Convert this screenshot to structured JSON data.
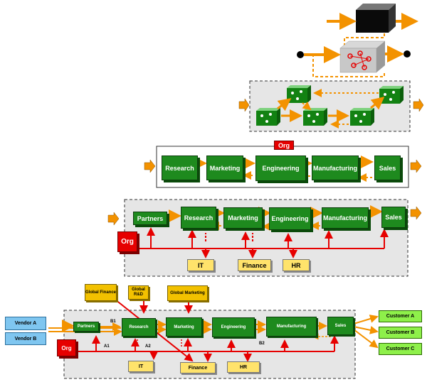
{
  "colors": {
    "process_green": "#1e8a1e",
    "flow_orange": "#f39200",
    "org_red": "#e60000",
    "support_yellow": "#ffe36b",
    "global_gold": "#f2c100",
    "vendor_blue": "#7fc6f0",
    "customer_green": "#8ef04a"
  },
  "stage3": {
    "org": "Org",
    "steps": [
      "Research",
      "Marketing",
      "Engineering",
      "Manufacturing",
      "Sales"
    ]
  },
  "stage4": {
    "org": "Org",
    "steps": [
      "Partners",
      "Research",
      "Marketing",
      "Engineering",
      "Manufacturing",
      "Sales"
    ],
    "support": [
      "IT",
      "Finance",
      "HR"
    ]
  },
  "stage5": {
    "org": "Org",
    "global": [
      "Global Finance",
      "Global R&D",
      "Global Marketing"
    ],
    "vendors": [
      "Vendor A",
      "Vendor B"
    ],
    "steps": [
      "Partners",
      "Research",
      "Marketing",
      "Engineering",
      "Manufacturing",
      "Sales"
    ],
    "support": [
      "IT",
      "Finance",
      "HR"
    ],
    "customers": [
      "Customer A",
      "Customer B",
      "Customer C"
    ],
    "connectors": [
      "B1",
      "A1",
      "A2",
      "B2"
    ]
  }
}
